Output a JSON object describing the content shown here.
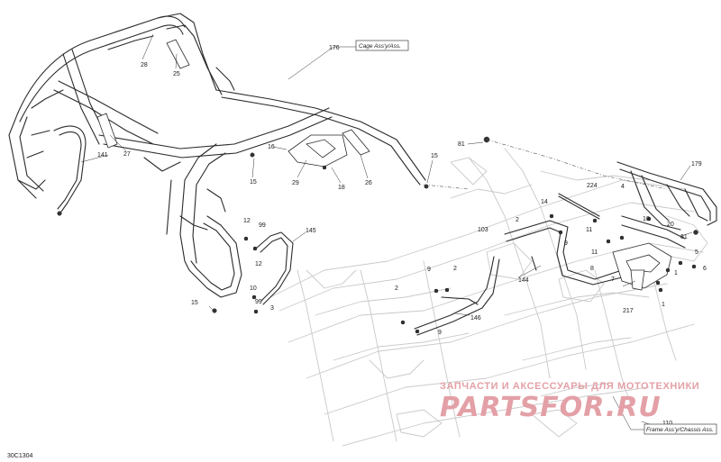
{
  "reference_code": "30C1304",
  "watermark": {
    "top_line": "ЗАПЧАСТИ И АКСЕССУАРЫ ДЛЯ МОТОТЕХНИКИ",
    "logo": "PARTSFOR.RU"
  },
  "tags": [
    {
      "id": "cage",
      "text": "Cage Ass'y/Ass."
    },
    {
      "id": "frame",
      "text": "Frame Ass'y/Chassis Ass."
    }
  ],
  "callouts": {
    "c176": "176",
    "c28": "28",
    "c25": "25",
    "c141": "141",
    "c27": "27",
    "c16": "16",
    "c29": "29",
    "c18": "18",
    "c26": "26",
    "c15a": "15",
    "c15b": "15",
    "c15c": "15",
    "c81a": "81",
    "c81b": "81",
    "c179": "179",
    "c12a": "12",
    "c99a": "99",
    "c12b": "12",
    "c145": "145",
    "c10a": "10",
    "c99b": "99",
    "c3": "3",
    "c14": "14",
    "c224": "224",
    "c4": "4",
    "c103": "103",
    "c2a": "2",
    "c9a": "9",
    "c11a": "11",
    "c10b": "10",
    "c11b": "11",
    "c8": "8",
    "c144": "144",
    "c9b": "9",
    "c2b": "2",
    "c2c": "2",
    "c7": "7",
    "c217": "217",
    "c1a": "1",
    "c1b": "1",
    "c146": "146",
    "c9c": "9",
    "c110": "110",
    "c6": "6",
    "c5": "5",
    "c20": "20"
  }
}
